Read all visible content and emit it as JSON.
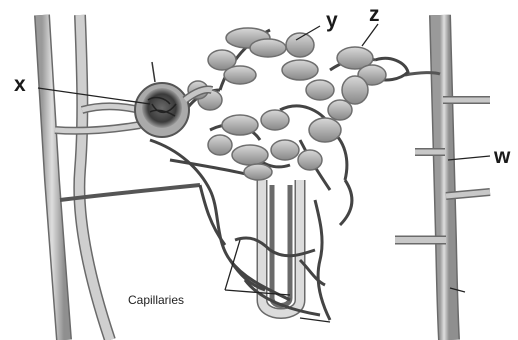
{
  "labels": {
    "x": "x",
    "y": "y",
    "z": "z",
    "w": "w",
    "capillaries": "Capillaries"
  },
  "colors": {
    "vessel_fill": "#c9c9c9",
    "vessel_stroke": "#5a5a5a",
    "capillary": "#4a4a4a",
    "tubule_fill": "#b5b5b5",
    "glomerulus": "#3c3c3c",
    "background": "#ffffff"
  }
}
